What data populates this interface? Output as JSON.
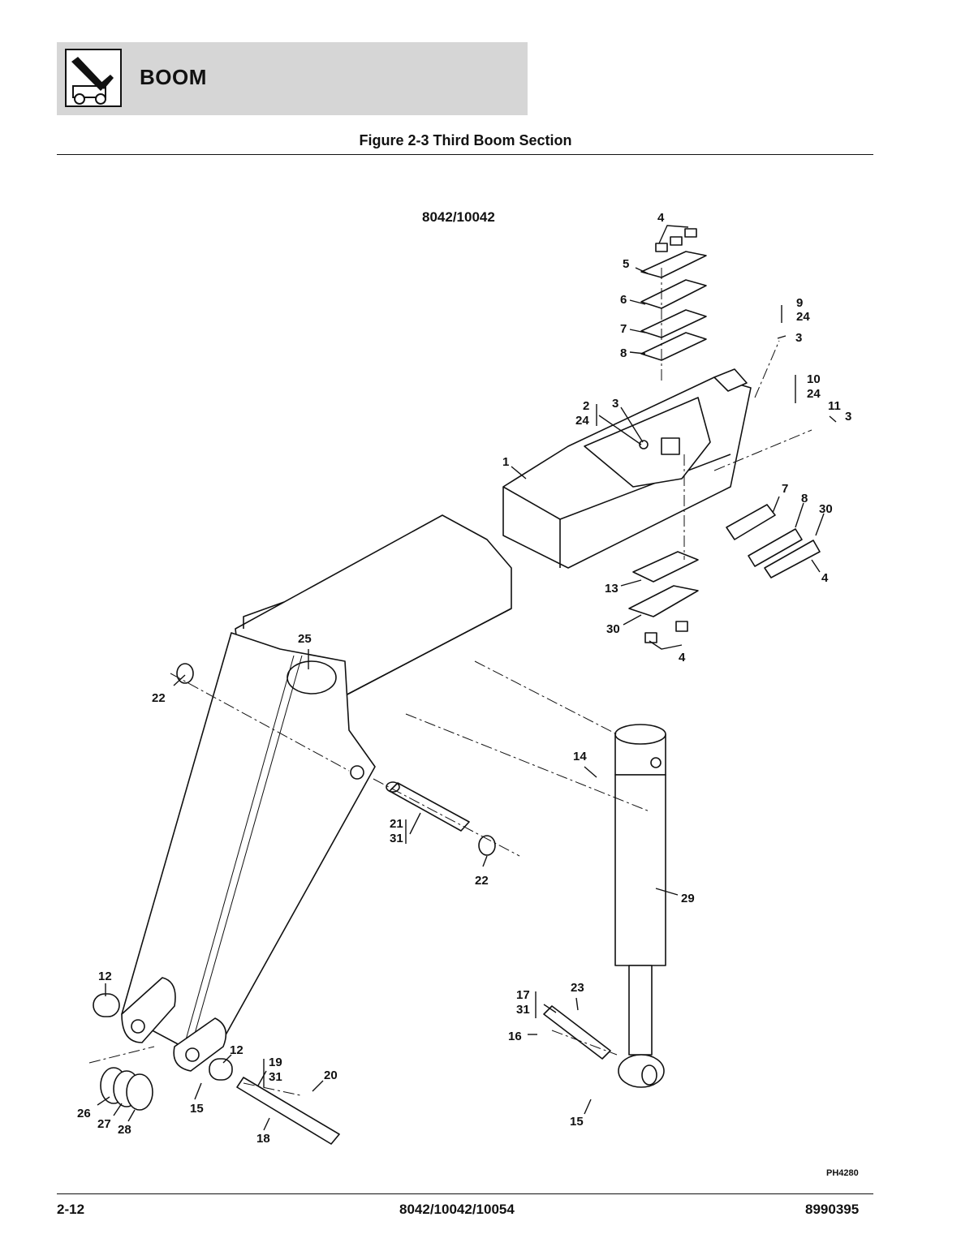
{
  "header": {
    "section_title": "BOOM",
    "icon": "telehandler-boom-icon"
  },
  "figure_title": "Figure 2-3 Third Boom Section",
  "model_label": "8042/10042",
  "callouts": [
    {
      "id": "c1",
      "label": "1"
    },
    {
      "id": "c2",
      "label": "2"
    },
    {
      "id": "c3a",
      "label": "3"
    },
    {
      "id": "c3b",
      "label": "3"
    },
    {
      "id": "c3c",
      "label": "3"
    },
    {
      "id": "c4a",
      "label": "4"
    },
    {
      "id": "c4b",
      "label": "4"
    },
    {
      "id": "c4c",
      "label": "4"
    },
    {
      "id": "c5",
      "label": "5"
    },
    {
      "id": "c6",
      "label": "6"
    },
    {
      "id": "c7a",
      "label": "7"
    },
    {
      "id": "c7b",
      "label": "7"
    },
    {
      "id": "c8a",
      "label": "8"
    },
    {
      "id": "c8b",
      "label": "8"
    },
    {
      "id": "c9",
      "label": "9"
    },
    {
      "id": "c10",
      "label": "10"
    },
    {
      "id": "c11",
      "label": "11"
    },
    {
      "id": "c12a",
      "label": "12"
    },
    {
      "id": "c12b",
      "label": "12"
    },
    {
      "id": "c13",
      "label": "13"
    },
    {
      "id": "c14",
      "label": "14"
    },
    {
      "id": "c15a",
      "label": "15"
    },
    {
      "id": "c15b",
      "label": "15"
    },
    {
      "id": "c16",
      "label": "16"
    },
    {
      "id": "c17",
      "label": "17"
    },
    {
      "id": "c18",
      "label": "18"
    },
    {
      "id": "c19",
      "label": "19"
    },
    {
      "id": "c20",
      "label": "20"
    },
    {
      "id": "c21",
      "label": "21"
    },
    {
      "id": "c22a",
      "label": "22"
    },
    {
      "id": "c22b",
      "label": "22"
    },
    {
      "id": "c23",
      "label": "23"
    },
    {
      "id": "c24a",
      "label": "24"
    },
    {
      "id": "c24b",
      "label": "24"
    },
    {
      "id": "c24c",
      "label": "24"
    },
    {
      "id": "c25",
      "label": "25"
    },
    {
      "id": "c26",
      "label": "26"
    },
    {
      "id": "c27",
      "label": "27"
    },
    {
      "id": "c28",
      "label": "28"
    },
    {
      "id": "c29",
      "label": "29"
    },
    {
      "id": "c30a",
      "label": "30"
    },
    {
      "id": "c30b",
      "label": "30"
    },
    {
      "id": "c31a",
      "label": "31"
    },
    {
      "id": "c31b",
      "label": "31"
    },
    {
      "id": "c31c",
      "label": "31"
    }
  ],
  "drawing_id": "PH4280",
  "footer": {
    "page_number": "2-12",
    "models": "8042/10042/10054",
    "manual_number": "8990395"
  }
}
